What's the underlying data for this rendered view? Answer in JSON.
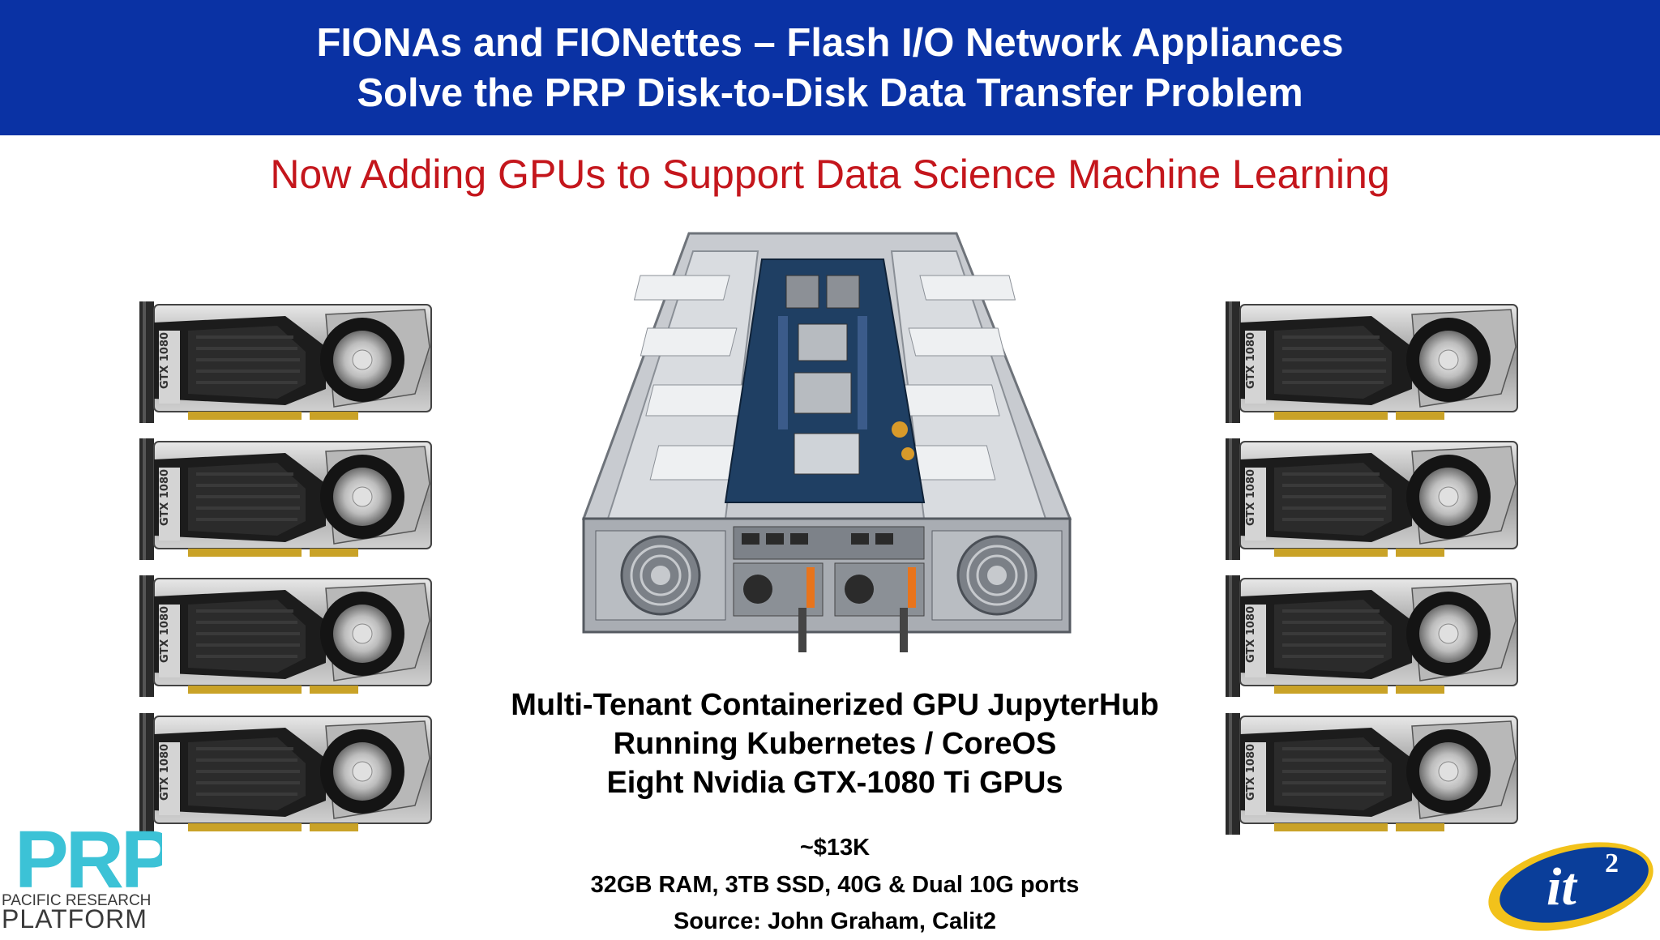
{
  "slide": {
    "title_line1": "FIONAs and FIONettes – Flash I/O Network Appliances",
    "title_line2": "Solve the PRP Disk-to-Disk Data Transfer Problem",
    "subtitle": "Now Adding GPUs to Support Data Science Machine Learning",
    "description": [
      "Multi-Tenant Containerized GPU JupyterHub",
      "Running Kubernetes / CoreOS",
      "Eight Nvidia GTX-1080 Ti GPUs"
    ],
    "details": [
      "~$13K",
      "32GB RAM, 3TB SSD, 40G & Dual 10G ports",
      "Source: John Graham, Calit2"
    ]
  },
  "gpu_card_label": "GTX 1080",
  "logos": {
    "prp_letters": "PRP",
    "prp_line1": "PACIFIC RESEARCH",
    "prp_line2": "PLATFORM",
    "it2_text": "it",
    "it2_sup": "2"
  },
  "colors": {
    "header_bg": "#0a32a4",
    "header_text": "#ffffff",
    "subtitle": "#c4161c",
    "body_text": "#000000",
    "prp_teal": "#3cc2d6",
    "it2_gold": "#f2c21b",
    "it2_blue": "#0a3e9a"
  }
}
